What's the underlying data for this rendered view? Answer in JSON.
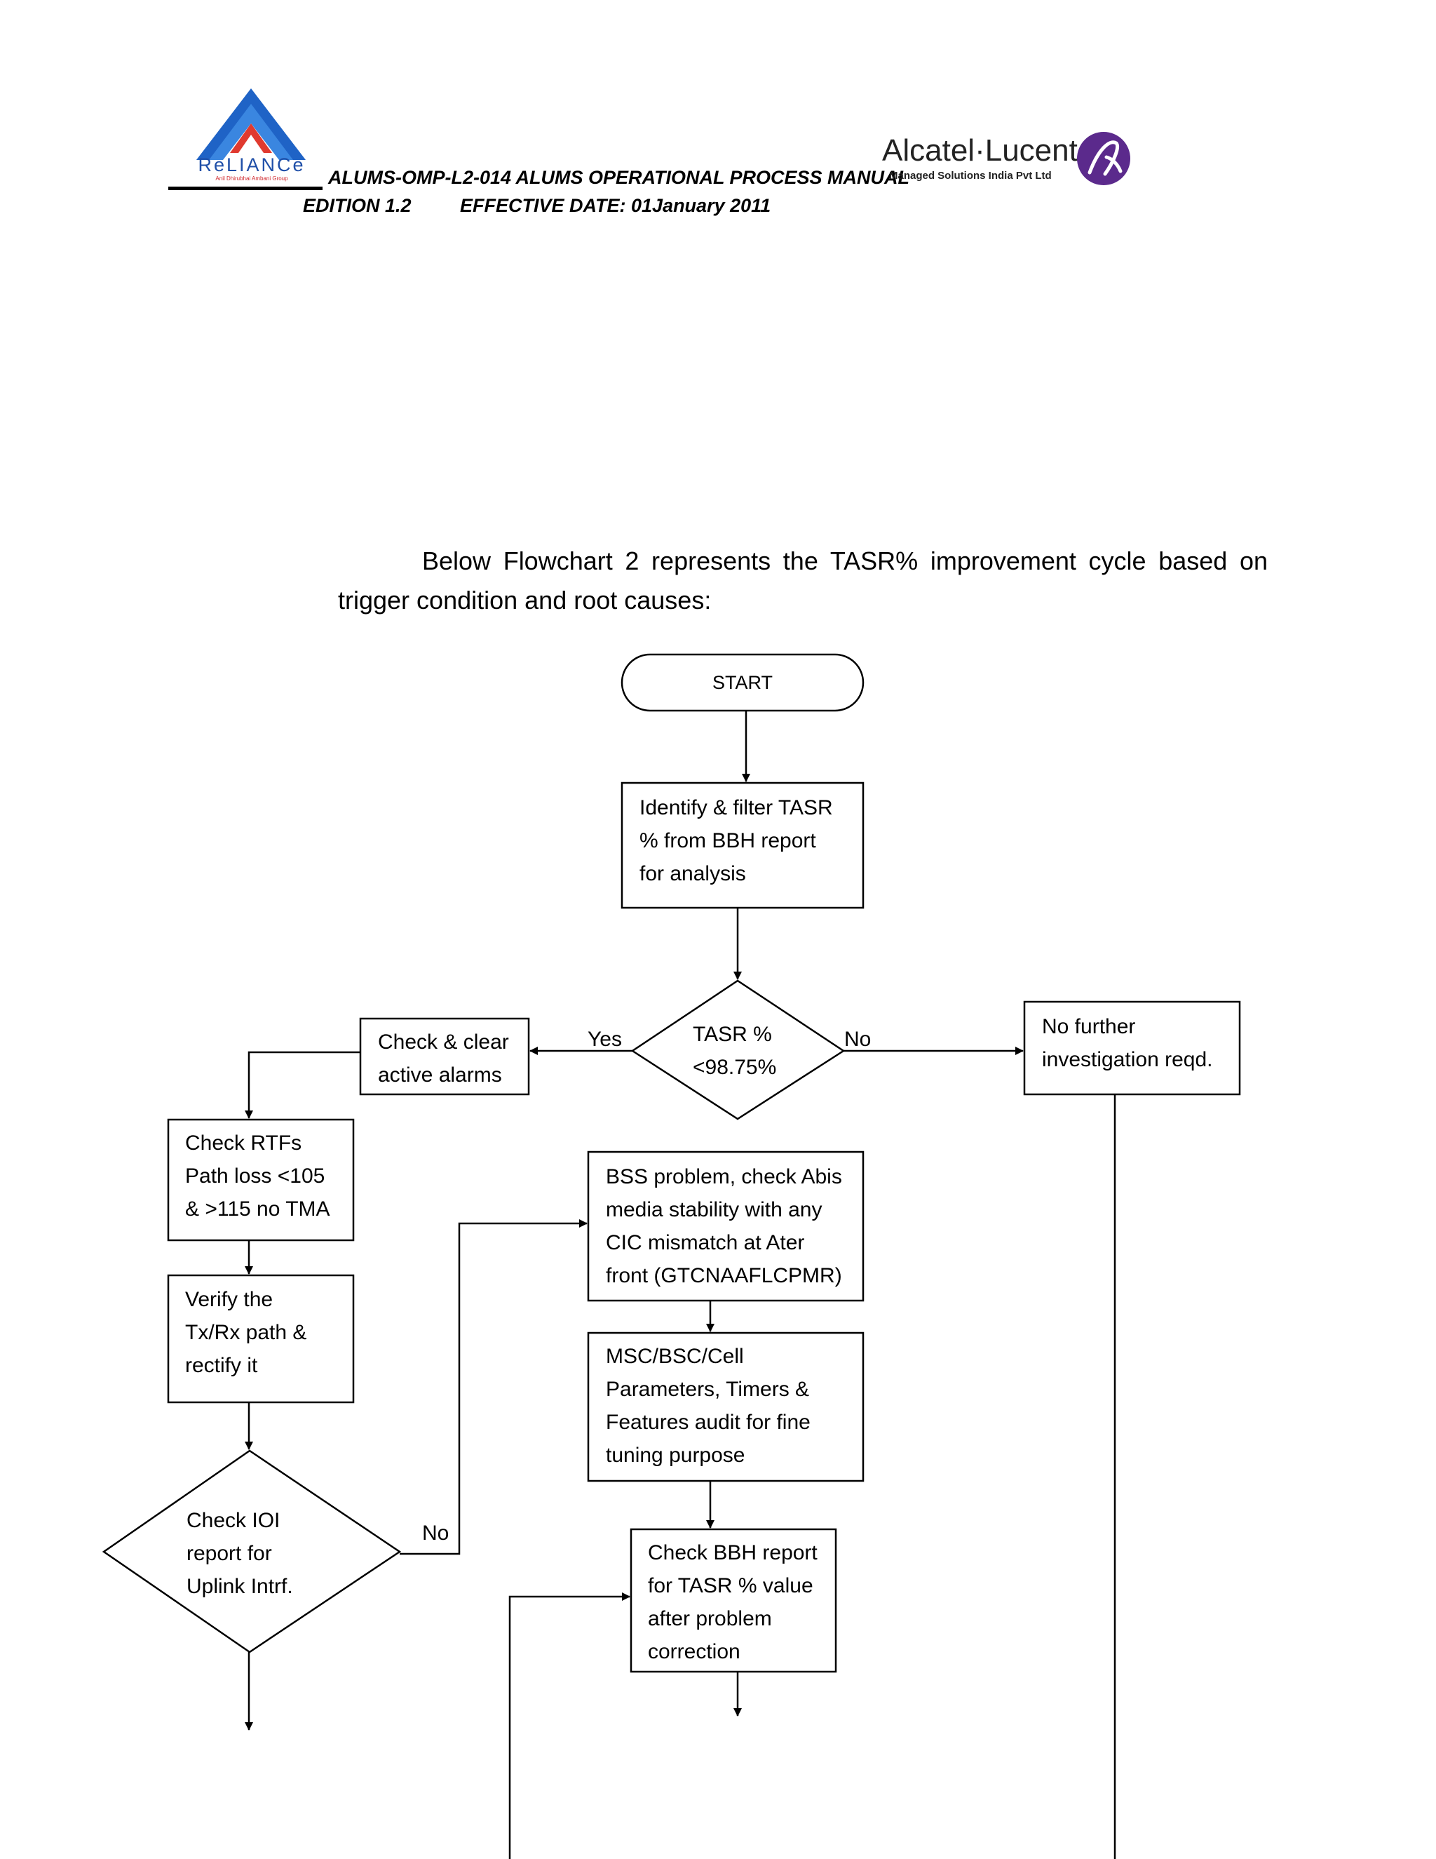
{
  "header": {
    "reliance_brand": "ReLIANCe",
    "reliance_group": "Anil Dhirubhai Ambani Group",
    "doc_title": "ALUMS-OMP-L2-014 ALUMS OPERATIONAL PROCESS MANUAL",
    "edition": "EDITION 1.2",
    "effective_date": "EFFECTIVE DATE: 01January  2011",
    "alcatel_brand": "Alcatel·Lucent",
    "alcatel_sub": "Managed Solutions India Pvt Ltd"
  },
  "intro": {
    "line1": "Below Flowchart 2 represents the TASR% improvement cycle based on",
    "line2": "trigger condition and root causes:"
  },
  "flowchart": {
    "start": "START",
    "identify": [
      "Identify & filter TASR",
      "% from BBH report",
      "for analysis"
    ],
    "decision_tasr": [
      "TASR %",
      "<98.75%"
    ],
    "yes_label": "Yes",
    "no_label_right": "No",
    "no_further": [
      "No further",
      "investigation reqd."
    ],
    "check_alarms": [
      "Check & clear",
      "active alarms"
    ],
    "check_rtfs": [
      "Check RTFs",
      "Path loss <105",
      "& >115 no TMA"
    ],
    "verify_path": [
      "Verify the",
      "Tx/Rx path &",
      "rectify it"
    ],
    "decision_ioi": [
      "Check IOI",
      "report for",
      "Uplink Intrf."
    ],
    "no_label_ioi": "No",
    "bss_problem": [
      "BSS problem, check Abis",
      "media stability with any",
      "CIC mismatch at Ater",
      "front (GTCNAAFLCPMR)"
    ],
    "msc_audit": [
      "MSC/BSC/Cell",
      "Parameters, Timers &",
      "Features audit for fine",
      "tuning purpose"
    ],
    "check_bbh": [
      "Check BBH report",
      "for TASR % value",
      "after problem",
      "correction"
    ]
  }
}
